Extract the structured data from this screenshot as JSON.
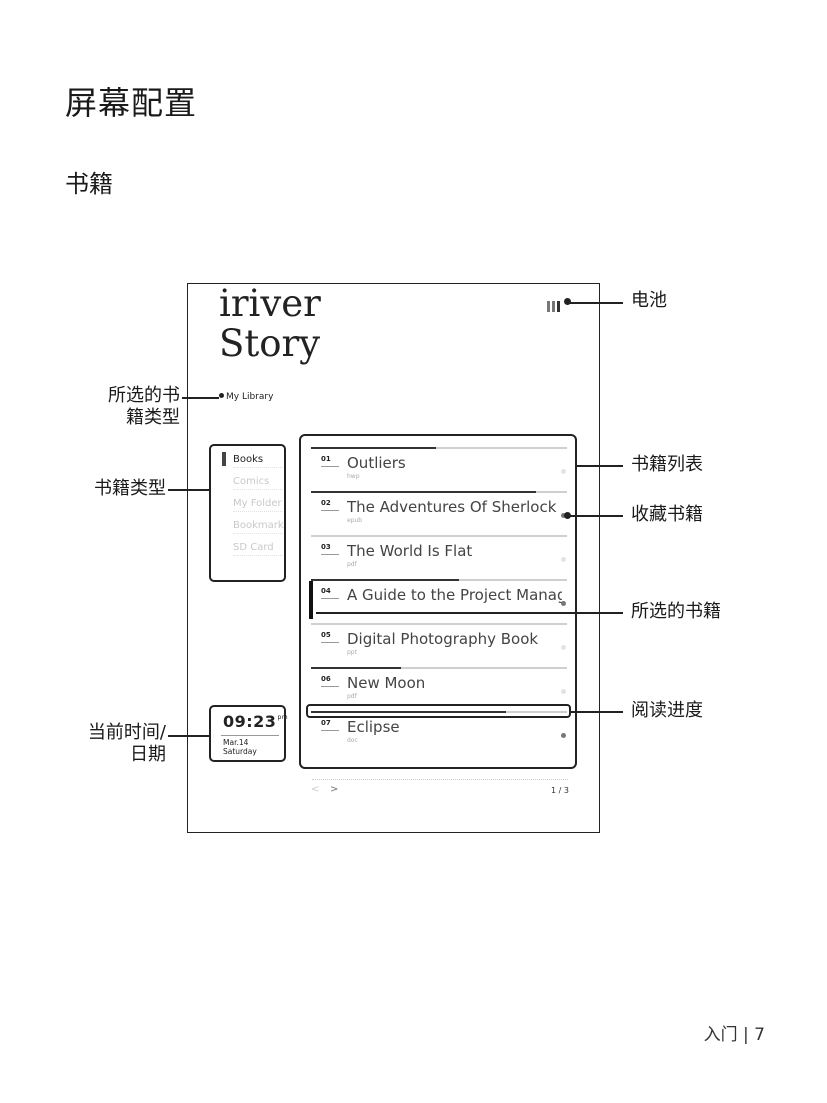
{
  "page": {
    "title": "屏幕配置",
    "section": "书籍",
    "footer": "入门 | 7"
  },
  "device": {
    "logo_line1": "iriver",
    "logo_line2": "Story",
    "library_label": "My Library",
    "book_types": [
      "Books",
      "Comics",
      "My Folder",
      "Bookmark",
      "SD Card"
    ],
    "selected_type": "Books",
    "clock": {
      "time": "09:23",
      "ampm": "pm",
      "date_line1": "Mar.14",
      "date_line2": "Saturday"
    },
    "books": [
      {
        "num": "01",
        "title": "Outliers",
        "format": "hwp",
        "progress": 0.49,
        "favorite": false,
        "selected": false
      },
      {
        "num": "02",
        "title": "The Adventures Of Sherlock H",
        "format": "epub",
        "progress": 0.88,
        "favorite": true,
        "selected": false
      },
      {
        "num": "03",
        "title": "The World Is Flat",
        "format": "pdf",
        "progress": 0,
        "favorite": false,
        "selected": false
      },
      {
        "num": "04",
        "title": "A Guide to the Project Manag",
        "format": "",
        "progress": 0.58,
        "favorite": true,
        "selected": true
      },
      {
        "num": "05",
        "title": "Digital Photography Book",
        "format": "ppt",
        "progress": 0,
        "favorite": false,
        "selected": false
      },
      {
        "num": "06",
        "title": "New Moon",
        "format": "pdf",
        "progress": 0.35,
        "favorite": false,
        "selected": false
      },
      {
        "num": "07",
        "title": "Eclipse",
        "format": "doc",
        "progress": 0.76,
        "favorite": true,
        "selected": false
      }
    ],
    "pager": {
      "prev": "<",
      "next": ">",
      "page": "1 / 3"
    }
  },
  "callouts": {
    "battery": "电池",
    "selected_type_l1": "所选的书",
    "selected_type_l2": "籍类型",
    "book_type": "书籍类型",
    "book_list": "书籍列表",
    "favorite": "收藏书籍",
    "selected_book": "所选的书籍",
    "progress": "阅读进度",
    "clock_l1": "当前时间/",
    "clock_l2": "日期"
  }
}
